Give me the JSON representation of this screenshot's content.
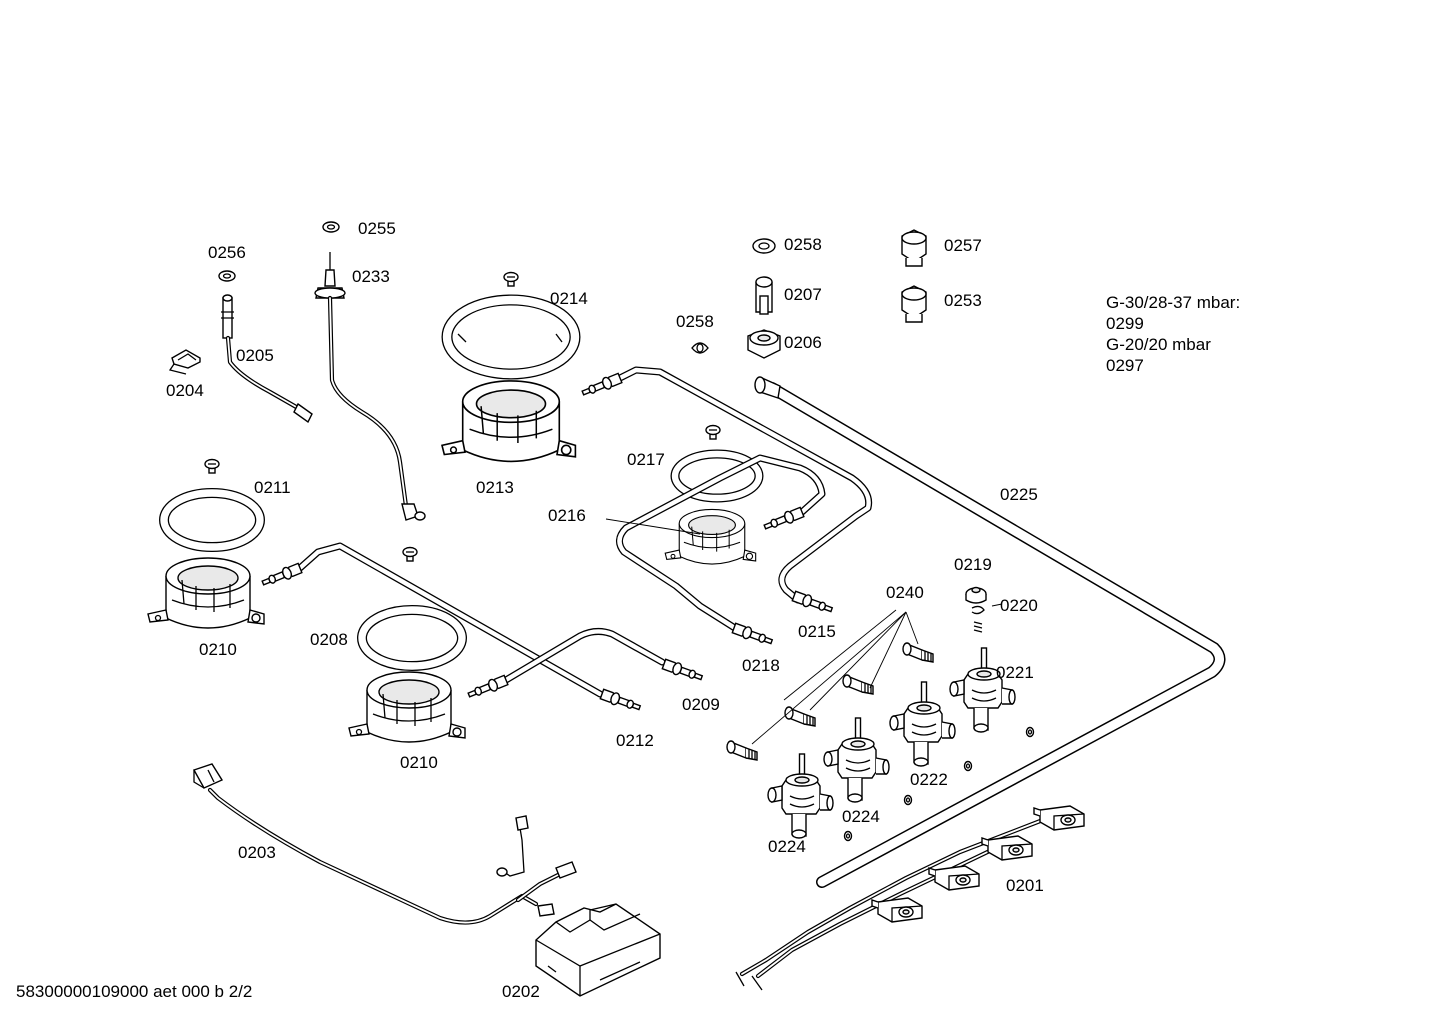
{
  "footer": {
    "doc_id": "58300000109000 aet 000 b 2/2"
  },
  "note": {
    "line1": "G-30/28-37 mbar:",
    "line2": "0299",
    "line3": "G-20/20 mbar",
    "line4": "0297"
  },
  "labels": {
    "p0201": "0201",
    "p0202": "0202",
    "p0203": "0203",
    "p0204": "0204",
    "p0205": "0205",
    "p0206": "0206",
    "p0207": "0207",
    "p0208": "0208",
    "p0209": "0209",
    "p0210_left": "0210",
    "p0210_front": "0210",
    "p0211": "0211",
    "p0212": "0212",
    "p0213": "0213",
    "p0214": "0214",
    "p0215": "0215",
    "p0216": "0216",
    "p0217": "0217",
    "p0218": "0218",
    "p0219": "0219",
    "p0220": "0220",
    "p0221": "0221",
    "p0222": "0222",
    "p0224_a": "0224",
    "p0224_b": "0224",
    "p0225": "0225",
    "p0233": "0233",
    "p0240": "0240",
    "p0253": "0253",
    "p0255": "0255",
    "p0256": "0256",
    "p0257": "0257",
    "p0258_a": "0258",
    "p0258_b": "0258"
  }
}
